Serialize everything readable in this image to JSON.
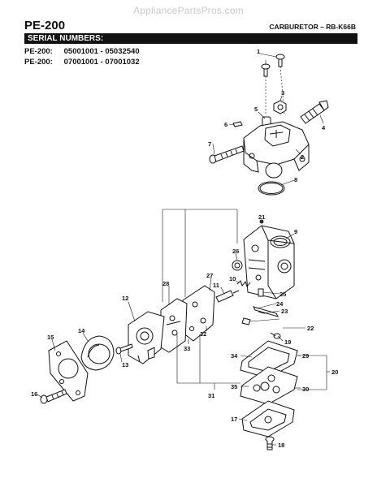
{
  "watermark": "AppliancePartsPros.com",
  "header": {
    "model": "PE-200",
    "carburetor": "CARBURETOR – RB-K66B"
  },
  "serial": {
    "heading": "SERIAL NUMBERS:",
    "rows": [
      {
        "model": "PE-200:",
        "range": "05001001 - 05032540"
      },
      {
        "model": "PE-200:",
        "range": "07001001 - 07001032"
      }
    ]
  },
  "callouts": [
    "1",
    "2",
    "3",
    "4",
    "5",
    "6",
    "7",
    "8",
    "9",
    "10",
    "11",
    "12",
    "13",
    "14",
    "15",
    "16",
    "17",
    "18",
    "19",
    "20",
    "21",
    "22",
    "23",
    "24",
    "25",
    "26",
    "27",
    "28",
    "29",
    "30",
    "31",
    "32",
    "33",
    "34",
    "35"
  ]
}
